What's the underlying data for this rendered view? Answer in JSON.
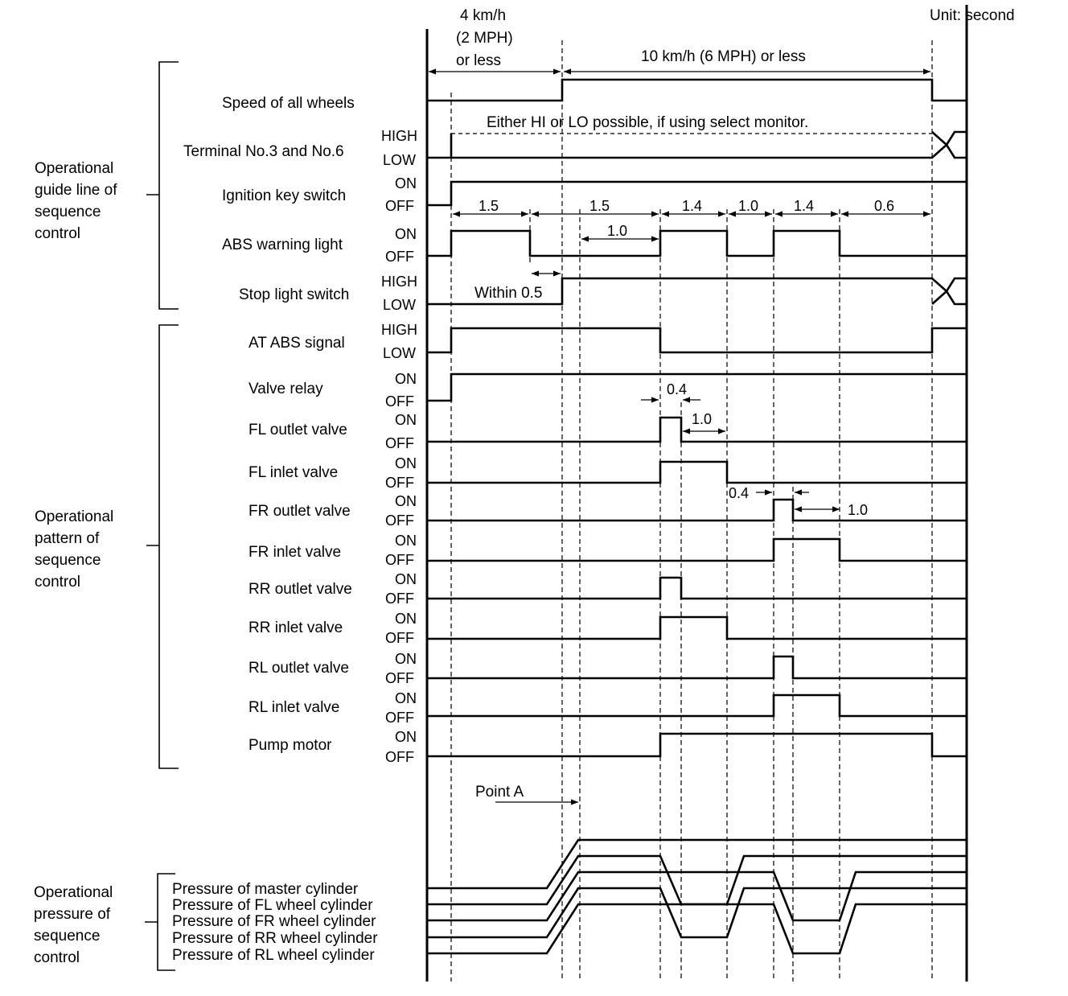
{
  "unit_label": "Unit: second",
  "speed_top": {
    "low_label": [
      "4 km/h",
      "(2 MPH)",
      "or less"
    ],
    "high_label": "10 km/h (6 MPH) or less"
  },
  "groups": [
    {
      "lines": [
        "Operational",
        "guide line of",
        "sequence",
        "control"
      ]
    },
    {
      "lines": [
        "Operational",
        "pattern of",
        "sequence",
        "control"
      ]
    },
    {
      "lines": [
        "Operational",
        "pressure of",
        "sequence",
        "control"
      ]
    }
  ],
  "signals": [
    {
      "label": "Speed of all wheels",
      "hi": "",
      "lo": ""
    },
    {
      "label": "Terminal No.3 and No.6",
      "hi": "HIGH",
      "lo": "LOW"
    },
    {
      "label": "Ignition key switch",
      "hi": "ON",
      "lo": "OFF"
    },
    {
      "label": "ABS warning light",
      "hi": "ON",
      "lo": "OFF"
    },
    {
      "label": "Stop light switch",
      "hi": "HIGH",
      "lo": "LOW"
    },
    {
      "label": "AT ABS signal",
      "hi": "HIGH",
      "lo": "LOW"
    },
    {
      "label": "Valve relay",
      "hi": "ON",
      "lo": "OFF"
    },
    {
      "label": "FL outlet valve",
      "hi": "ON",
      "lo": "OFF"
    },
    {
      "label": "FL inlet valve",
      "hi": "ON",
      "lo": "OFF"
    },
    {
      "label": "FR outlet valve",
      "hi": "ON",
      "lo": "OFF"
    },
    {
      "label": "FR inlet valve",
      "hi": "ON",
      "lo": "OFF"
    },
    {
      "label": "RR outlet valve",
      "hi": "ON",
      "lo": "OFF"
    },
    {
      "label": "RR inlet valve",
      "hi": "ON",
      "lo": "OFF"
    },
    {
      "label": "RL outlet valve",
      "hi": "ON",
      "lo": "OFF"
    },
    {
      "label": "RL inlet valve",
      "hi": "ON",
      "lo": "OFF"
    },
    {
      "label": "Pump motor",
      "hi": "ON",
      "lo": "OFF"
    }
  ],
  "pressures": [
    "Pressure of master cylinder",
    "Pressure of FL wheel cylinder",
    "Pressure of FR wheel cylinder",
    "Pressure of RR wheel cylinder",
    "Pressure of RL wheel cylinder"
  ],
  "notes": {
    "select_monitor": "Either HI or LO possible, if using select monitor.",
    "within": "Within 0.5",
    "point_a": "Point A"
  },
  "durations": {
    "t1": "1.5",
    "t2": "1.5",
    "t3": "1.4",
    "t4": "1.0",
    "t5": "1.4",
    "t6": "0.6",
    "abs_delay": "1.0",
    "fl_outlet_on": "0.4",
    "fl_outlet_off": "1.0",
    "fr_outlet_on": "0.4",
    "fr_outlet_off": "1.0"
  }
}
